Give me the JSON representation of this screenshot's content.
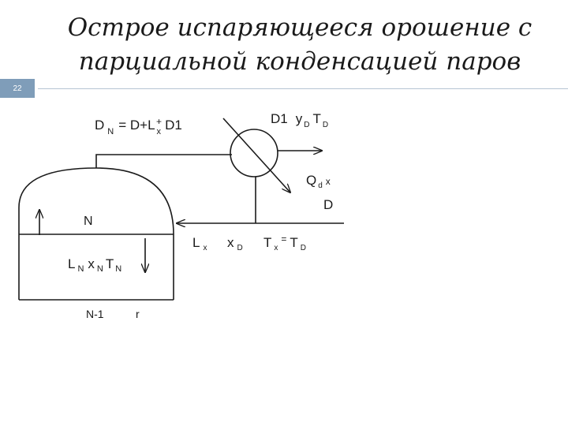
{
  "slide": {
    "number": "22",
    "title_line1": "Острое испаряющееся орошение с",
    "title_line2": "парциальной конденсацией паров"
  },
  "diagram": {
    "dn_eq": {
      "D": "D",
      "N": "N",
      "eq": "= D+L",
      "x": "x",
      "plus": "+",
      "D1": "D1"
    },
    "top_right": {
      "D1": "D1",
      "y": "y",
      "ysub": "D",
      "T": "T",
      "tsub": "D"
    },
    "q": {
      "Q": "Q",
      "sub": "d",
      "x": "x"
    },
    "d_label": "D",
    "n_label": "N",
    "lx": {
      "L": "L",
      "sub": "x"
    },
    "xd": {
      "x": "x",
      "sub": "D"
    },
    "tx": {
      "T": "T",
      "tsub": "x",
      "eq": "=",
      "T2": "T",
      "t2sub": "D"
    },
    "ln": {
      "L": "L",
      "Lsub": "N",
      "x": "x",
      "xsub": "N",
      "T": "T",
      "Tsub": "N"
    },
    "n1_label": "N-1",
    "r_label": "r"
  }
}
